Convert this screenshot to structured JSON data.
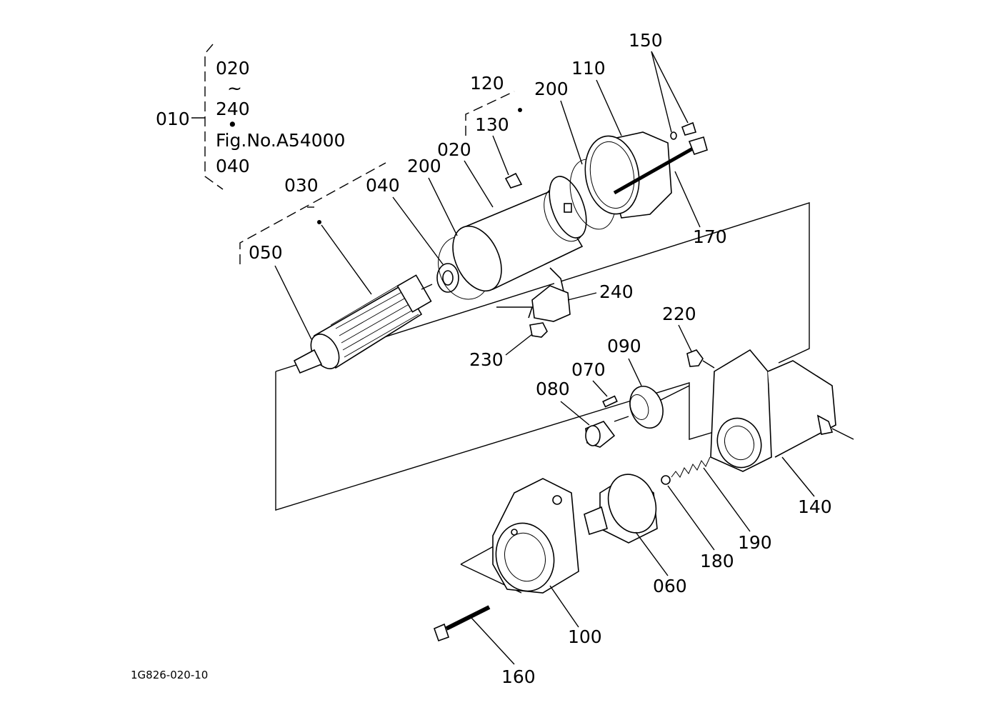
{
  "figure_code": "1G826-020-10",
  "legend": {
    "group_number": "010",
    "range_start": "020",
    "range_symbol": "~",
    "range_end": "240",
    "bullet": "•",
    "figure_reference": "Fig.No.A54000",
    "last_item": "040"
  },
  "callouts": {
    "p020": "020",
    "p030": "030",
    "p040": "040",
    "p050": "050",
    "p060": "060",
    "p070": "070",
    "p080": "080",
    "p090": "090",
    "p100": "100",
    "p110": "110",
    "p120": "120",
    "p130": "130",
    "p140": "140",
    "p150": "150",
    "p160": "160",
    "p170": "170",
    "p180": "180",
    "p190": "190",
    "p200a": "200",
    "p200b": "200",
    "p220": "220",
    "p230": "230",
    "p240": "240"
  }
}
